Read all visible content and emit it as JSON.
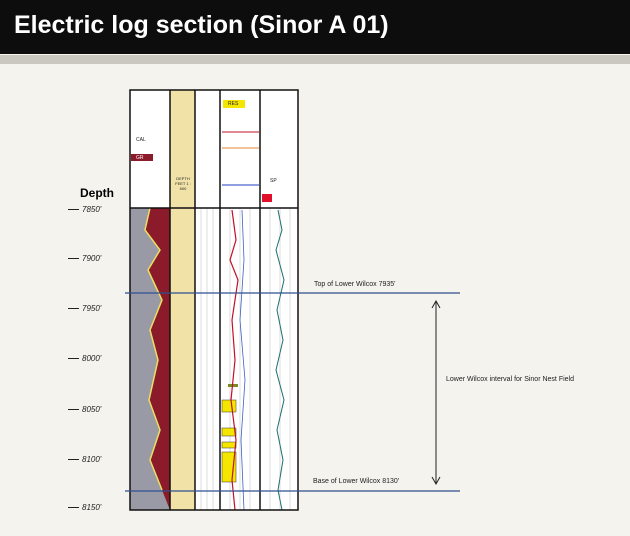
{
  "title": "Electric log section (Sinor A 01)",
  "depth_axis": {
    "label": "Depth",
    "ticks": [
      "7850'",
      "7900'",
      "7950'",
      "8000'",
      "8050'",
      "8100'",
      "8150'"
    ]
  },
  "track_headers": {
    "cal": "CAL",
    "gr": "GR",
    "depth": "DEPTH FEET 1 : 600",
    "res": "RES",
    "sp": "SP"
  },
  "markers": {
    "top": "Top of Lower Wilcox 7935'",
    "base": "Base of Lower Wilcox 8130'",
    "interval": "Lower Wilcox interval for Sinor Nest Field"
  },
  "colors": {
    "header": "#0d0d0d",
    "marker_line": "#2f4f8f",
    "depth_track": "#f1e3a8",
    "sand": "#f5e600",
    "shale": "#8b1a2a"
  }
}
